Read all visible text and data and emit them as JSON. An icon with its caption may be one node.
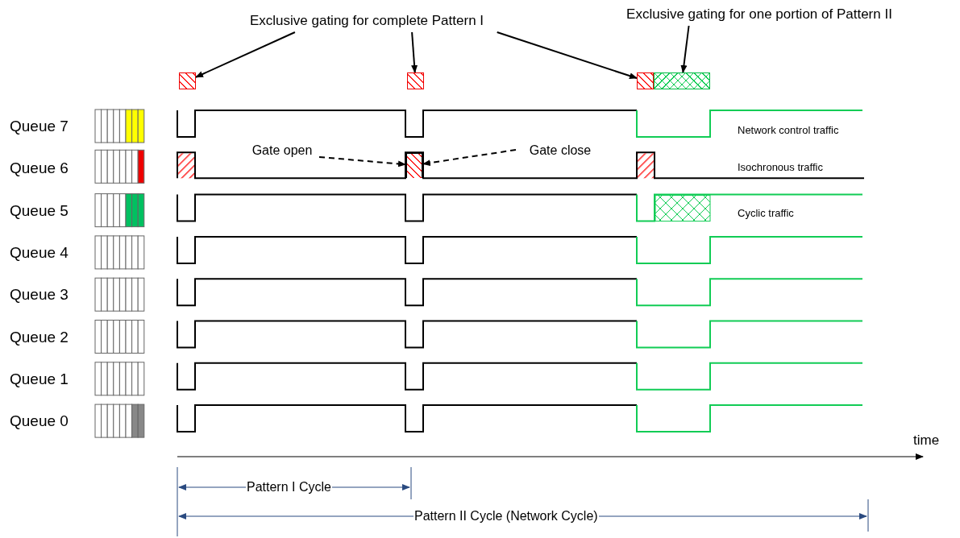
{
  "diagram": {
    "nodes": [
      {
        "text": [
          "Exclusive gating for complete Pattern I"
        ]
      },
      {
        "text": [
          "Exclusive gating for one portion of Pattern II"
        ]
      },
      {
        "text": [],
        "shape": "box"
      },
      {
        "text": [],
        "shape": "box"
      },
      {
        "text": [],
        "shape": "box"
      },
      {
        "text": [],
        "shape": "bar"
      },
      {
        "text": [
          "Gate open"
        ]
      },
      {
        "text": [
          "Gate close"
        ]
      },
      {
        "text": [],
        "shape": "box"
      }
    ],
    "edges": [
      {
        "from": 0,
        "to": 2,
        "arrow": "to"
      },
      {
        "from": 0,
        "to": 3,
        "arrow": "to"
      },
      {
        "from": 0,
        "to": 4,
        "arrow": "to"
      },
      {
        "from": 1,
        "to": 5,
        "arrow": "to"
      },
      {
        "from": 6,
        "to": 8,
        "arrow": "to",
        "style": "dashed"
      },
      {
        "from": 7,
        "to": 8,
        "arrow": "to",
        "style": "dashed"
      }
    ],
    "labels": [
      "Queue 7",
      "Queue 6",
      "Queue 5",
      "Queue 4",
      "Queue 3",
      "Queue 2",
      "Queue 1",
      "Queue 0",
      "Network control traffic",
      "Isochronous traffic",
      "Cyclic traffic",
      "time",
      "Pattern I Cycle",
      "Pattern II Cycle (Network Cycle)"
    ]
  }
}
